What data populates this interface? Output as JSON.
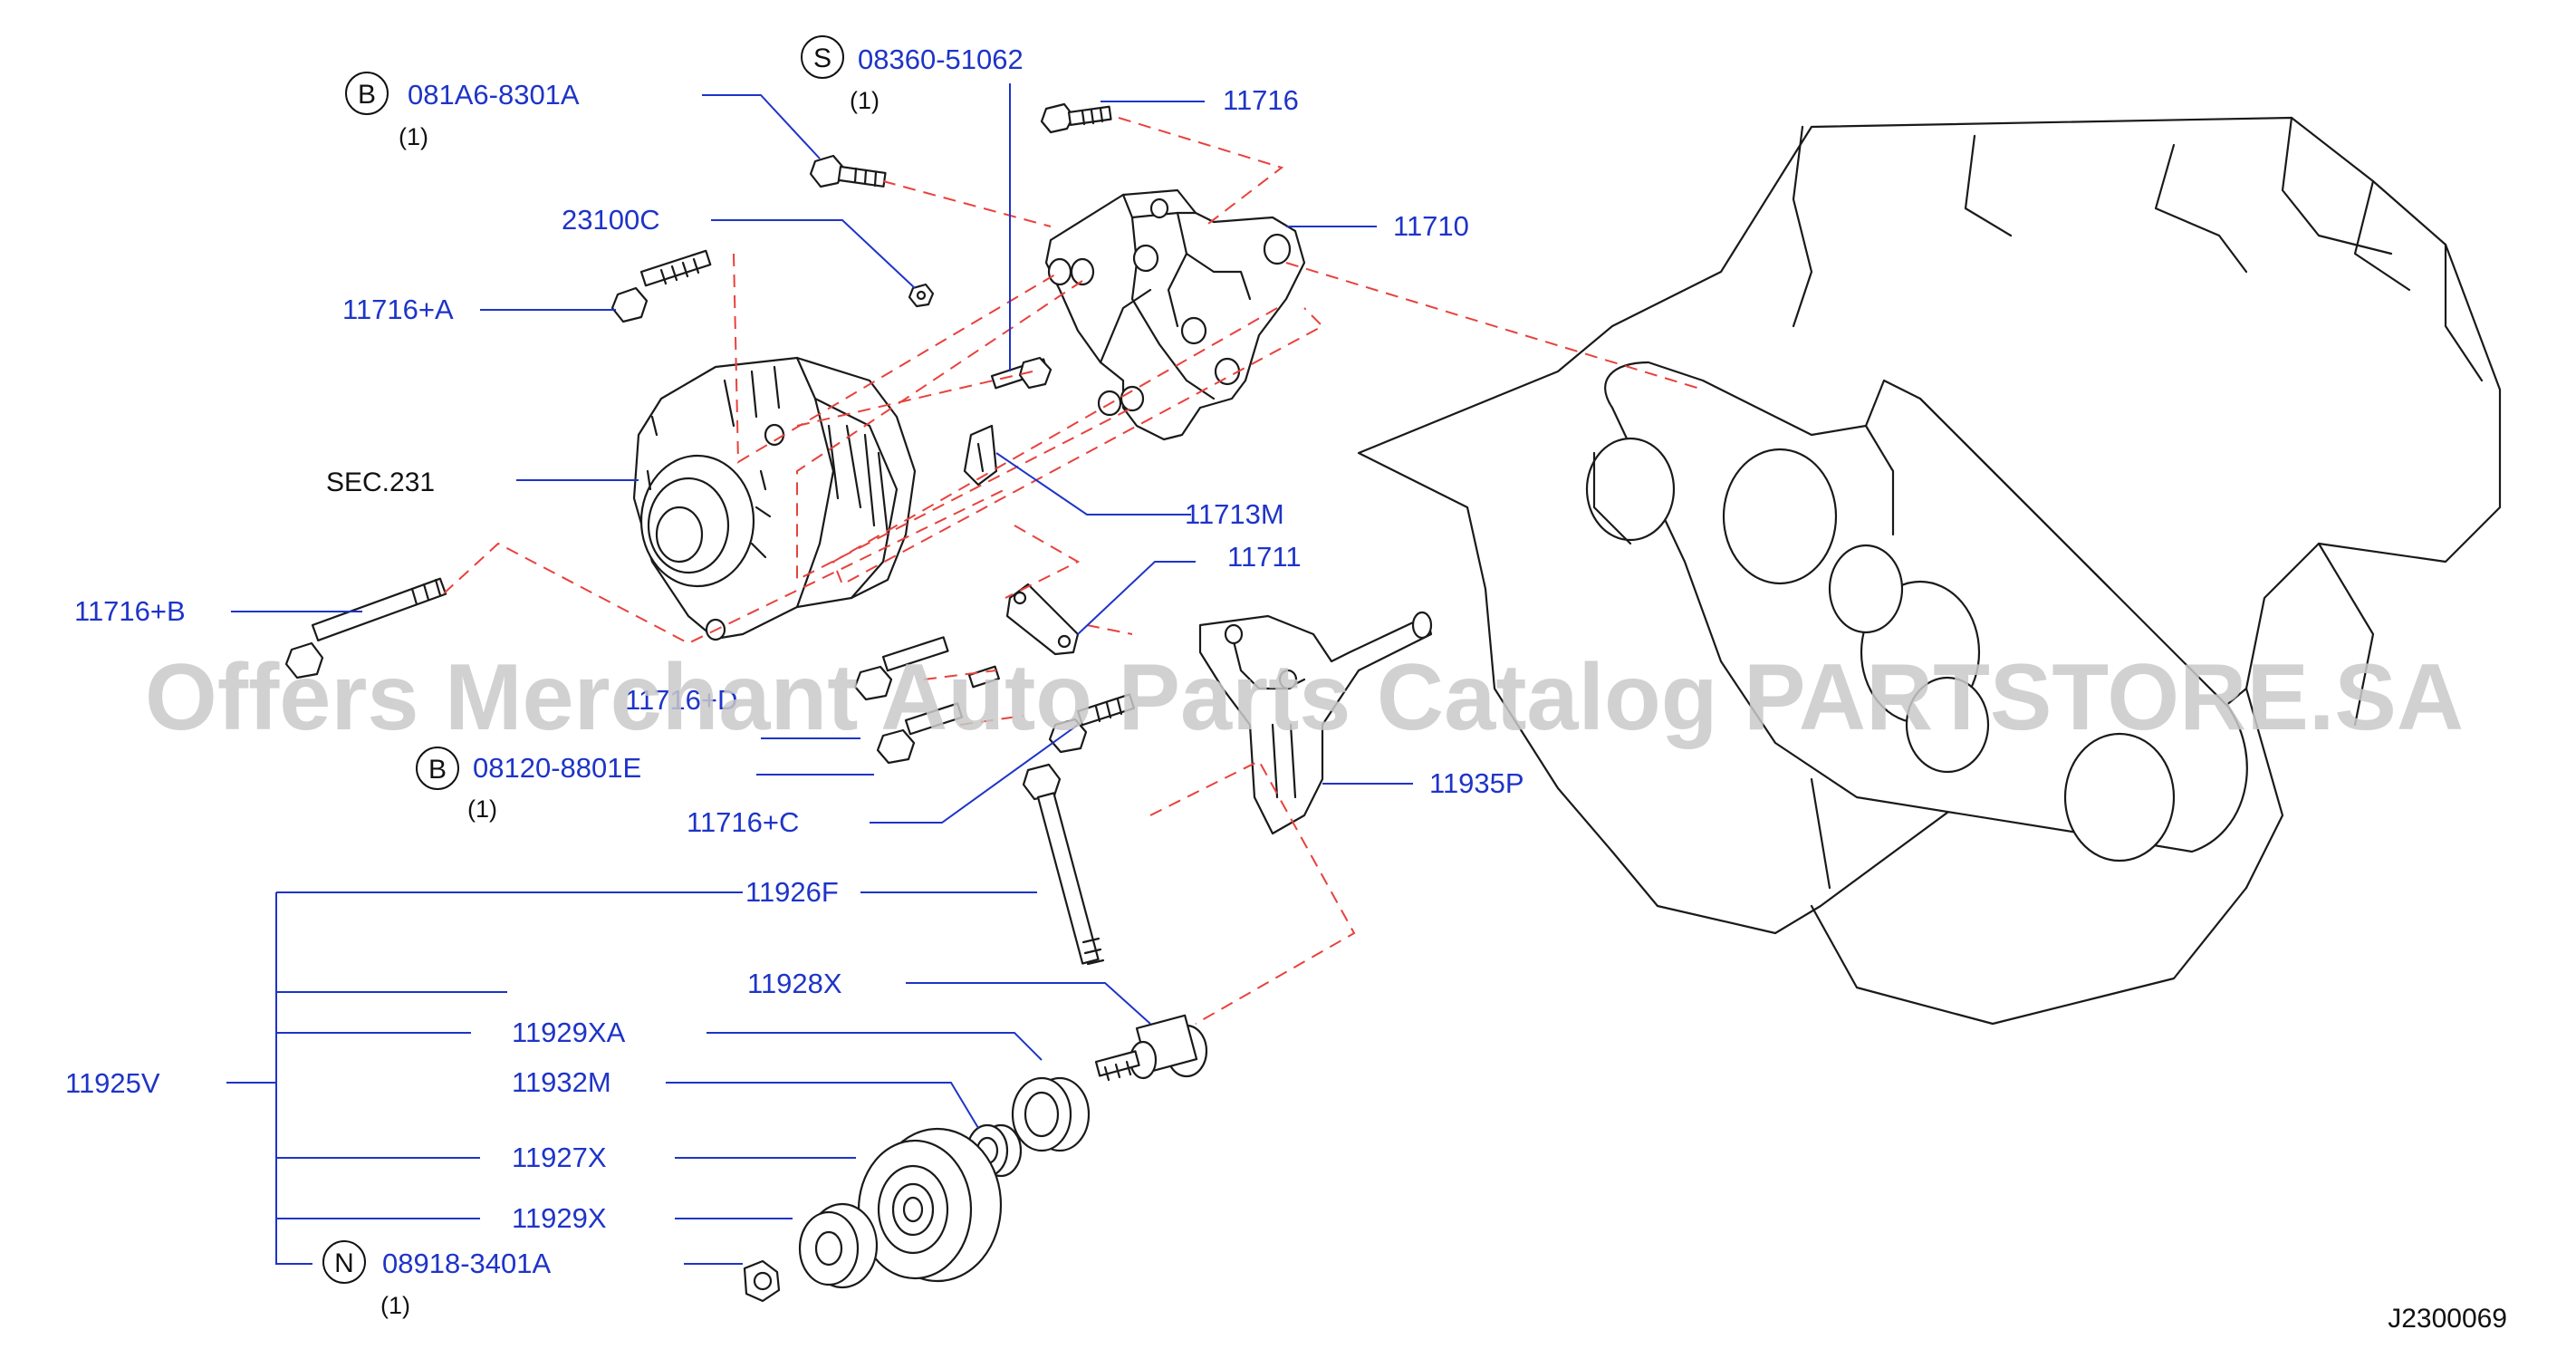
{
  "diagram_code": "J2300069",
  "section_ref": "SEC.231",
  "watermark": "Offers Merchant Auto Parts Catalog PARTSTORE.SA",
  "callouts": {
    "b_081a6": {
      "symbol": "B",
      "part": "081A6-8301A",
      "qty": "(1)"
    },
    "s_08360": {
      "symbol": "S",
      "part": "08360-51062",
      "qty": "(1)"
    },
    "b_08120": {
      "symbol": "B",
      "part": "08120-8801E",
      "qty": "(1)"
    },
    "n_08918": {
      "symbol": "N",
      "part": "08918-3401A",
      "qty": "(1)"
    }
  },
  "parts": {
    "p11716": "11716",
    "p11710": "11710",
    "p23100c": "23100C",
    "p11716a": "11716+A",
    "p11713m": "11713M",
    "p11711": "11711",
    "p11716b": "11716+B",
    "p11716d": "11716+D",
    "p11935p": "11935P",
    "p11716c": "11716+C",
    "p11926f": "11926F",
    "p11928x": "11928X",
    "p11929xa": "11929XA",
    "p11932m": "11932M",
    "p11925v": "11925V",
    "p11927x": "11927X",
    "p11929x": "11929X"
  },
  "colors": {
    "part_number": "#1e34c8",
    "leader": "#1e34c8",
    "dashed_guide": "#e8413c",
    "line_art": "#1a1a1a"
  }
}
